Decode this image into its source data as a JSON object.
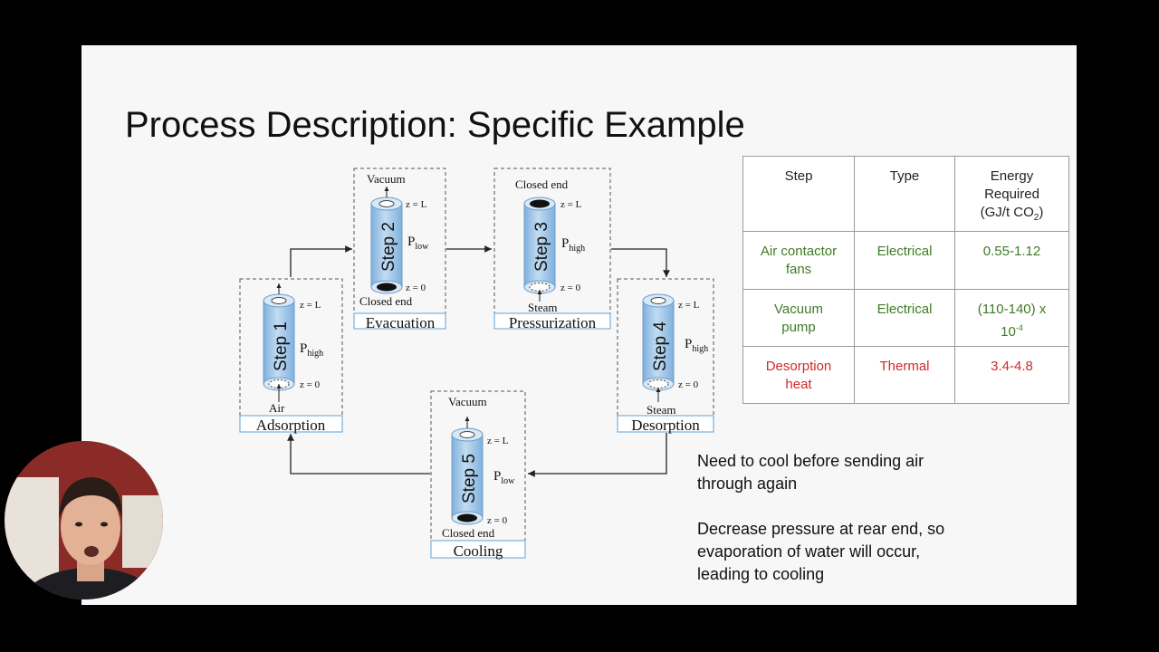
{
  "slide": {
    "title": "Process Description: Specific Example"
  },
  "diagram": {
    "steps": [
      {
        "id": "step1",
        "cyl_label": "Step 1",
        "p_main": "P",
        "p_sub": "high",
        "top_text": "",
        "bottom_text": "Air",
        "stage": "Adsorption",
        "z_top": "z = L",
        "z_bottom": "z = 0"
      },
      {
        "id": "step2",
        "cyl_label": "Step 2",
        "p_main": "P",
        "p_sub": "low",
        "top_text": "Vacuum",
        "bottom_text": "Closed end",
        "stage": "Evacuation",
        "z_top": "z = L",
        "z_bottom": "z = 0"
      },
      {
        "id": "step3",
        "cyl_label": "Step 3",
        "p_main": "P",
        "p_sub": "high",
        "top_text": "Closed end",
        "bottom_text": "Steam",
        "stage": "Pressurization",
        "z_top": "z = L",
        "z_bottom": "z = 0"
      },
      {
        "id": "step4",
        "cyl_label": "Step 4",
        "p_main": "P",
        "p_sub": "high",
        "top_text": "",
        "bottom_text": "Steam",
        "stage": "Desorption",
        "z_top": "z = L",
        "z_bottom": "z = 0"
      },
      {
        "id": "step5",
        "cyl_label": "Step 5",
        "p_main": "P",
        "p_sub": "low",
        "top_text": "Vacuum",
        "bottom_text": "Closed end",
        "stage": "Cooling",
        "z_top": "z = L",
        "z_bottom": "z = 0"
      }
    ]
  },
  "table": {
    "headers": {
      "step": "Step",
      "type": "Type",
      "energy_line1": "Energy",
      "energy_line2": "Required",
      "energy_line3_pre": "(GJ/t CO",
      "energy_line3_sub": "2",
      "energy_line3_post": ")"
    },
    "rows": [
      {
        "step_l1": "Air contactor",
        "step_l2": "fans",
        "type": "Electrical",
        "energy_l1": "0.55-1.12",
        "energy_l2": "",
        "energy_sup": "",
        "color": "#3f7b25"
      },
      {
        "step_l1": "Vacuum",
        "step_l2": "pump",
        "type": "Electrical",
        "energy_l1": "(110-140) x",
        "energy_l2": "10",
        "energy_sup": "-4",
        "color": "#3f7b25"
      },
      {
        "step_l1": "Desorption",
        "step_l2": "heat",
        "type": "Thermal",
        "energy_l1": "3.4-4.8",
        "energy_l2": "",
        "energy_sup": "",
        "color": "#d02a2a"
      }
    ]
  },
  "notes": {
    "note1_l1": "Need to cool before sending air",
    "note1_l2": "through again",
    "note2_l1": "Decrease pressure at rear end, so",
    "note2_l2": "evaporation of water will occur,",
    "note2_l3": "leading to cooling"
  },
  "colors": {
    "cylinder_fill": "#a9cbe8",
    "cylinder_edge": "#6e9cc7",
    "stage_border": "#7ab0dc"
  }
}
